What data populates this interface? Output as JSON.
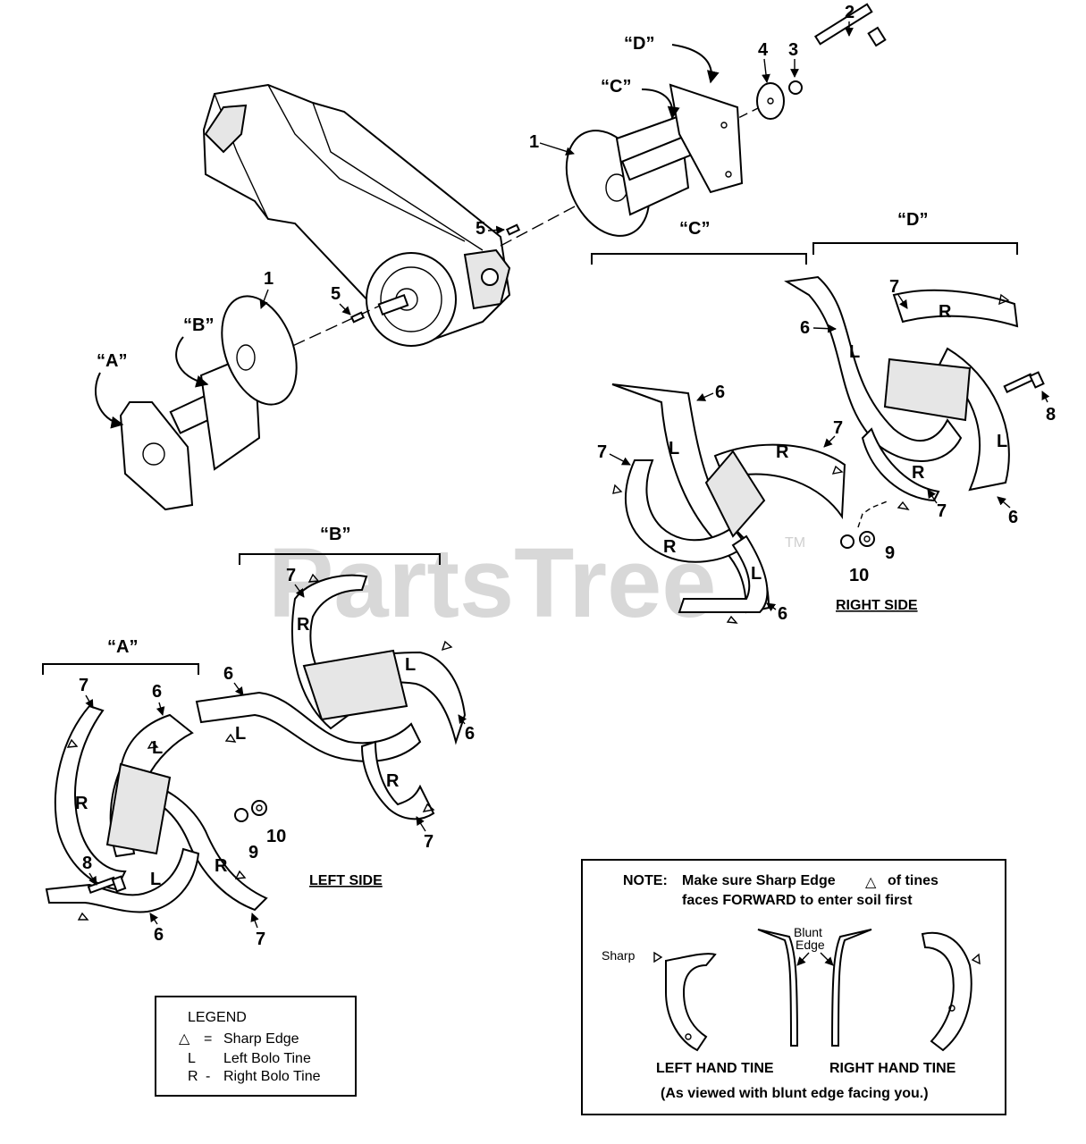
{
  "watermark": {
    "text": "PartsTree",
    "tm": "TM"
  },
  "groups": {
    "A": "“A”",
    "B": "“B”",
    "C": "“C”",
    "D": "“D”"
  },
  "sides": {
    "left": "LEFT SIDE",
    "right": "RIGHT SIDE"
  },
  "callouts": [
    "1",
    "2",
    "3",
    "4",
    "5",
    "6",
    "7",
    "8",
    "9",
    "10"
  ],
  "tine_marks": {
    "left": "L",
    "right": "R"
  },
  "legend": {
    "title": "LEGEND",
    "rows": [
      {
        "symbol": "△",
        "sep": "=",
        "text": "Sharp Edge"
      },
      {
        "symbol": "L",
        "sep": "",
        "text": "Left Bolo Tine"
      },
      {
        "symbol": "R",
        "sep": "-",
        "text": "Right Bolo Tine"
      }
    ]
  },
  "note": {
    "prefix": "NOTE:",
    "line1_a": "Make sure Sharp Edge",
    "line1_symbol": "△",
    "line1_b": "of tines",
    "line2": "faces FORWARD to enter soil first",
    "sharp": "Sharp",
    "blunt1": "Blunt",
    "blunt2": "Edge",
    "left_tine": "LEFT HAND TINE",
    "right_tine": "RIGHT HAND TINE",
    "caption": "(As viewed with blunt edge facing you.)"
  }
}
